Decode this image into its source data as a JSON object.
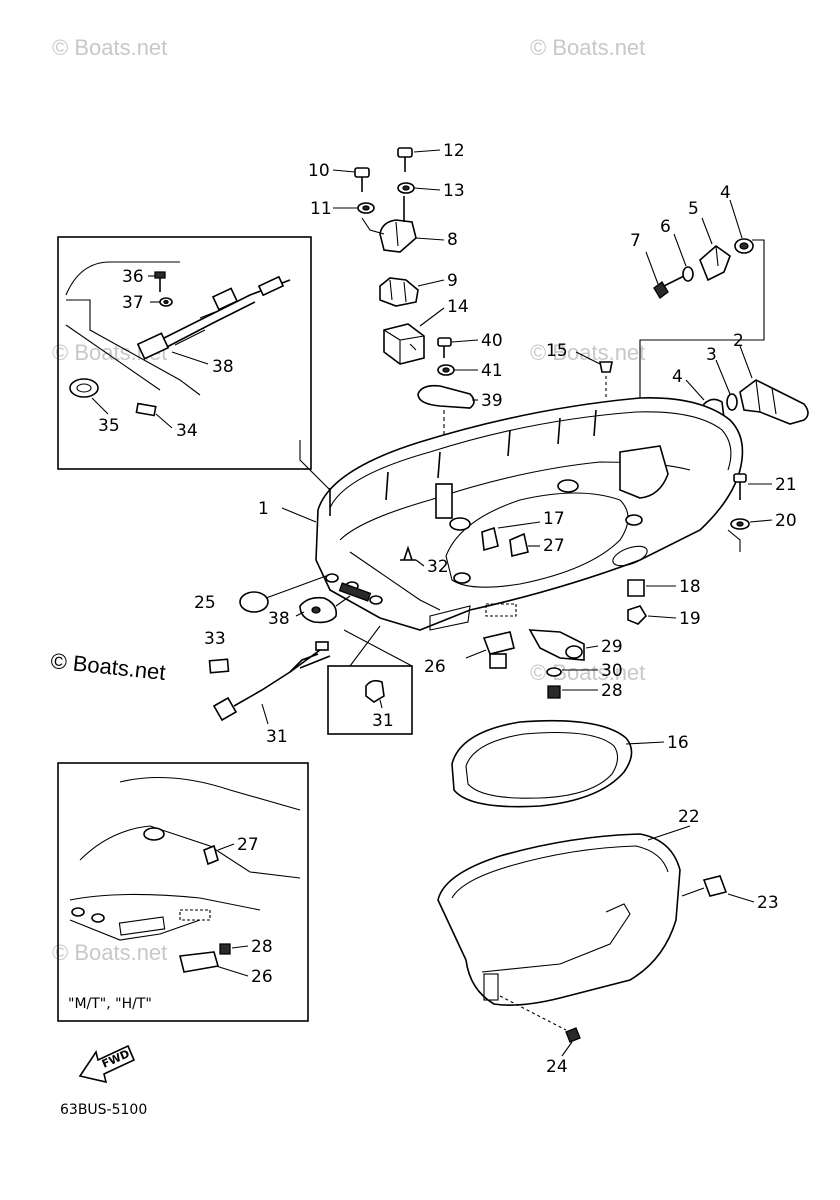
{
  "watermark": {
    "text": "© Boats.net"
  },
  "diagram_code": "63BUS-5100",
  "fwd_label": "FWD",
  "inset_caption": "\"M/T\", \"H/T\"",
  "callouts": {
    "c1": "1",
    "c2": "2",
    "c3": "3",
    "c4a": "4",
    "c4b": "4",
    "c5": "5",
    "c6": "6",
    "c7": "7",
    "c8": "8",
    "c9": "9",
    "c10": "10",
    "c11": "11",
    "c12": "12",
    "c13": "13",
    "c14": "14",
    "c15": "15",
    "c16": "16",
    "c17": "17",
    "c18": "18",
    "c19": "19",
    "c20": "20",
    "c21": "21",
    "c22": "22",
    "c23": "23",
    "c24": "24",
    "c25": "25",
    "c26a": "26",
    "c26b": "26",
    "c27a": "27",
    "c27b": "27",
    "c28a": "28",
    "c28b": "28",
    "c29": "29",
    "c30": "30",
    "c31a": "31",
    "c31b": "31",
    "c32": "32",
    "c33": "33",
    "c34": "34",
    "c35": "35",
    "c36": "36",
    "c37": "37",
    "c38a": "38",
    "c38b": "38",
    "c39": "39",
    "c40": "40",
    "c41": "41"
  }
}
